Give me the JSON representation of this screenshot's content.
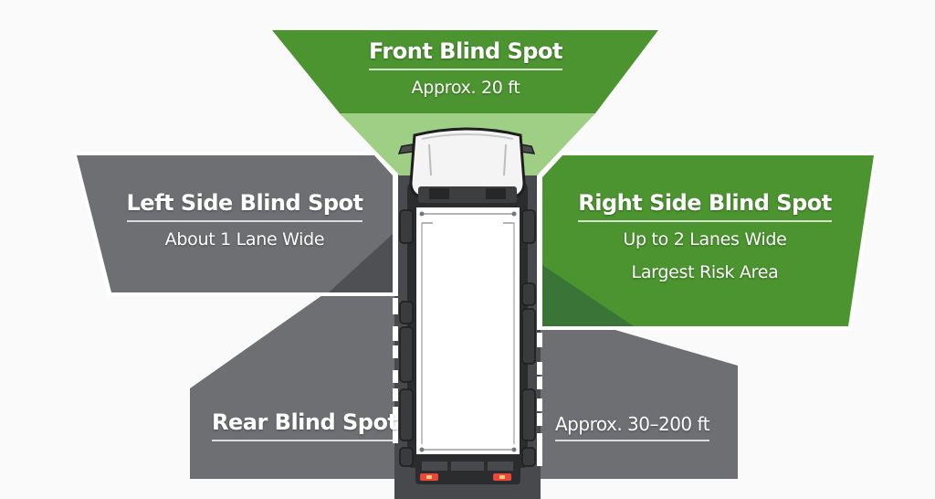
{
  "diagram": {
    "colors": {
      "green_dark": "#4c9430",
      "green_light": "#9fcf84",
      "green_overlap": "#3a7437",
      "gray": "#6e6f72",
      "gray_overlap": "#4f5054",
      "road": "#48494c",
      "background": "#fafafa"
    },
    "front": {
      "title": "Front Blind Spot",
      "distance": "Approx. 20 ft"
    },
    "left": {
      "title": "Left Side Blind Spot",
      "width": "About 1 Lane Wide"
    },
    "right": {
      "title": "Right Side Blind Spot",
      "width": "Up to 2 Lanes Wide",
      "note": "Largest Risk Area"
    },
    "rear": {
      "title": "Rear Blind Spot",
      "distance": "Approx. 30–200 ft"
    },
    "vehicle": {
      "type": "truck-top-view-icon"
    }
  }
}
